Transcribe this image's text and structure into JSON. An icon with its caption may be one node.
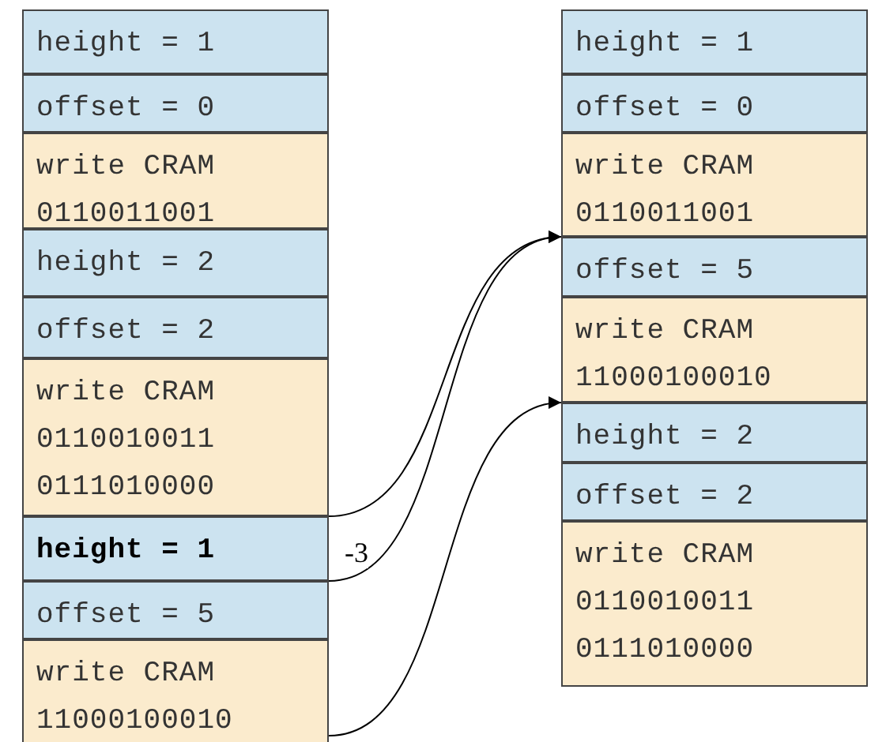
{
  "diagram": {
    "nodes": [
      {
        "text": [
          "height = 1"
        ]
      },
      {
        "text": [
          "offset = 0"
        ]
      },
      {
        "text": [
          "write CRAM 0110011001"
        ]
      },
      {
        "text": [
          "height = 2"
        ]
      },
      {
        "text": [
          "offset = 2"
        ]
      },
      {
        "text": [
          "write CRAM 0110010011 0111010000"
        ]
      },
      {
        "text": [
          "height = 1"
        ]
      },
      {
        "text": [
          "offset = 5"
        ]
      },
      {
        "text": [
          "write CRAM 11000100010"
        ]
      },
      {
        "text": [
          "height = 1"
        ]
      },
      {
        "text": [
          "offset = 0"
        ]
      },
      {
        "text": [
          "write CRAM 0110011001"
        ]
      },
      {
        "text": [
          "offset = 5"
        ]
      },
      {
        "text": [
          "write CRAM 11000100010"
        ]
      },
      {
        "text": [
          "height = 2"
        ]
      },
      {
        "text": [
          "offset = 2"
        ]
      },
      {
        "text": [
          "write CRAM 0110010011 0111010000"
        ]
      }
    ],
    "edges": [
      {
        "from": 5,
        "to": 12,
        "arrow": "to"
      },
      {
        "from": 6,
        "to": 12,
        "arrow": "to",
        "label": "-3"
      },
      {
        "from": 8,
        "to": 14,
        "arrow": "to"
      }
    ]
  }
}
